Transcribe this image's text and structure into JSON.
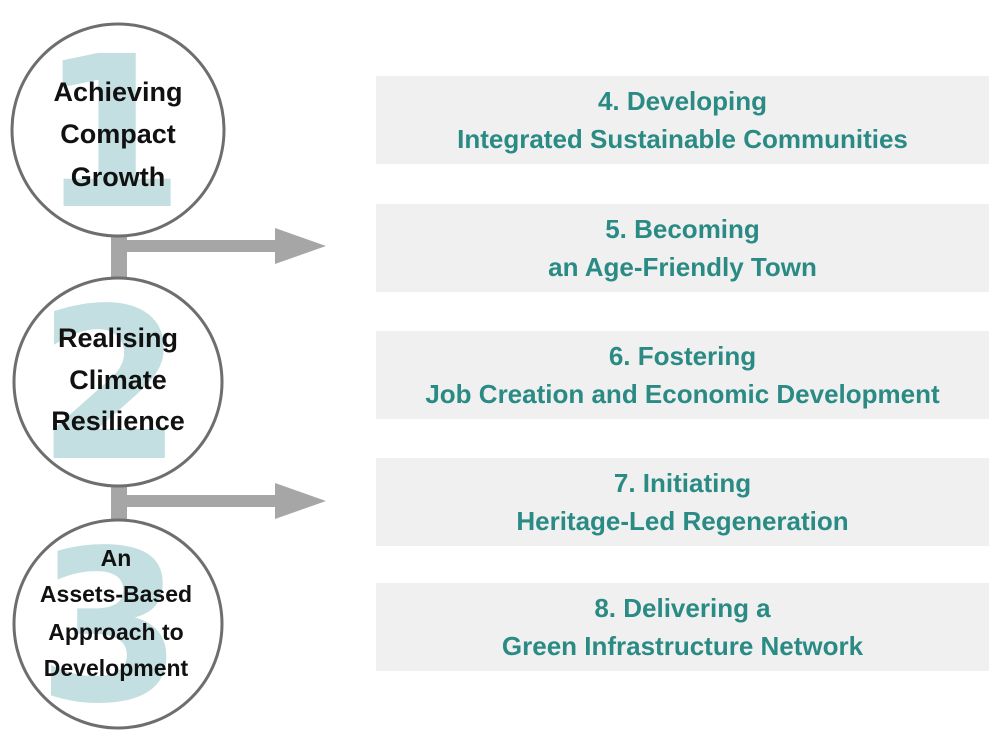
{
  "colors": {
    "circle_stroke": "#6e6e6e",
    "circle_number": "#c3dfe1",
    "circle_text": "#111111",
    "connector": "#a6a6a6",
    "box_background": "#f0f0f0",
    "box_text": "#2a8a84"
  },
  "circles": [
    {
      "number": "1",
      "lines": [
        "Achieving",
        "Compact",
        "Growth"
      ]
    },
    {
      "number": "2",
      "lines": [
        "Realising",
        "Climate",
        "Resilience"
      ]
    },
    {
      "number": "3",
      "lines": [
        "An",
        "Assets-Based",
        "Approach to",
        "Development"
      ]
    }
  ],
  "boxes": [
    {
      "line1": "4. Developing",
      "line2": "Integrated Sustainable Communities"
    },
    {
      "line1": "5. Becoming",
      "line2": "an Age-Friendly Town"
    },
    {
      "line1": "6. Fostering",
      "line2": "Job Creation and Economic Development"
    },
    {
      "line1": "7. Initiating",
      "line2": "Heritage-Led Regeneration"
    },
    {
      "line1": "8. Delivering a",
      "line2": "Green Infrastructure Network"
    }
  ]
}
